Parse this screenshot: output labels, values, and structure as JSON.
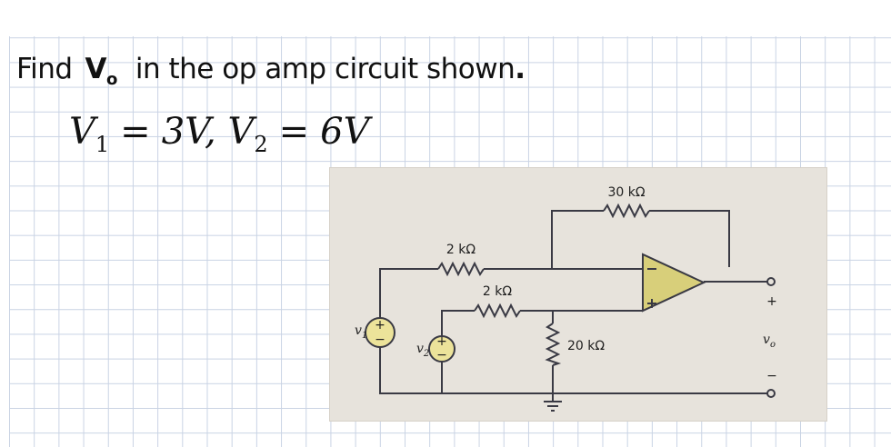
{
  "question": {
    "find": "Find",
    "vo_main": "V",
    "vo_sub": "o",
    "rest": "in the op amp circuit shown",
    "period": "."
  },
  "given": {
    "v1_sym": "V",
    "v1_sub": "1",
    "eq1": "=",
    "v1_val": "3V",
    "comma": ",",
    "v2_sym": "V",
    "v2_sub": "2",
    "eq2": "=",
    "v2_val": "6V"
  },
  "circuit": {
    "r_feedback": "30 kΩ",
    "r_top": "2 kΩ",
    "r_mid": "2 kΩ",
    "r_ground": "20 kΩ",
    "source1_label": "v",
    "source1_sub": "1",
    "source2_label": "v",
    "source2_sub": "2",
    "plus": "+",
    "minus": "−",
    "out_plus": "+",
    "out_minus": "−",
    "vo_label": "v",
    "vo_sub": "o"
  },
  "colors": {
    "photo_background": "#e7e3dc",
    "wire": "#3a3a44",
    "opamp_fill": "#d8cf7a",
    "source_fill": "#ece39a"
  }
}
